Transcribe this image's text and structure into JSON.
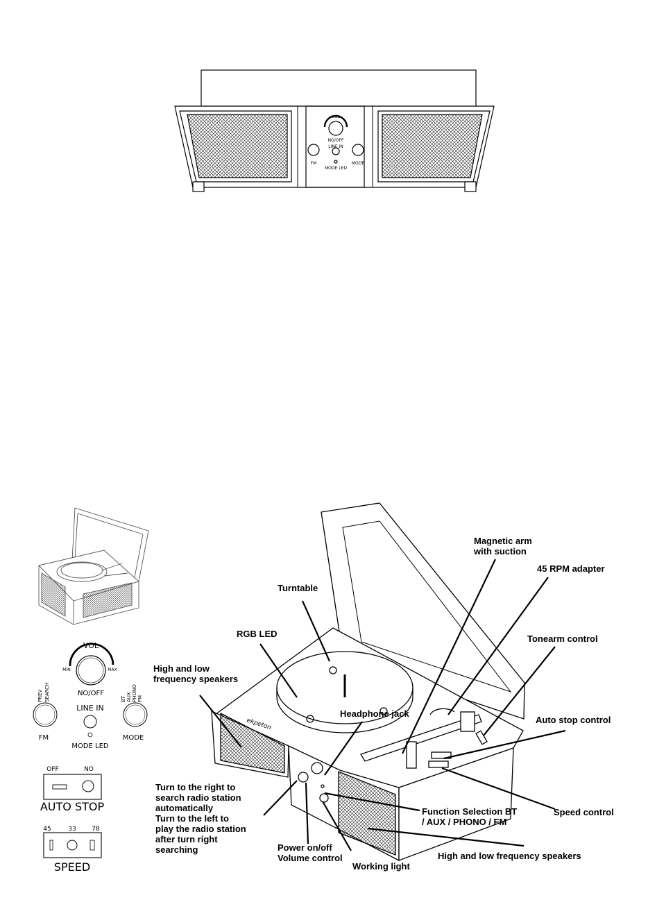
{
  "front_panel": {
    "vol": "VOL",
    "power": "NO/OFF",
    "line_in": "LINE IN",
    "mode_led": "MODE LED",
    "fm": "FM",
    "mode": "MODE"
  },
  "controls_detail": {
    "vol": "VOL",
    "min": "MIN",
    "max": "MAX",
    "power": "NO/OFF",
    "prev": "PREV",
    "search": "SEARCH",
    "mode_opts": [
      "BT",
      "AUX",
      "PHONO",
      "FM"
    ],
    "line_in": "LINE IN",
    "fm": "FM",
    "mode": "MODE",
    "mode_led": "MODE LED",
    "auto_stop": {
      "off": "OFF",
      "on": "NO",
      "title": "AUTO STOP"
    },
    "speed": {
      "opts": [
        "45",
        "33",
        "78"
      ],
      "title": "SPEED"
    }
  },
  "callouts": {
    "magnetic_arm": [
      "Magnetic arm",
      "with suction"
    ],
    "rpm_adapter": "45 RPM adapter",
    "turntable": "Turntable",
    "rgb_led": "RGB LED",
    "tonearm": "Tonearm control",
    "speakers_top": [
      "High and low",
      "frequency speakers"
    ],
    "headphone": "Headphone jack",
    "auto_stop": "Auto stop control",
    "turn_right": [
      "Turn to the right to",
      "search radio station",
      "automatically",
      "Turn to  the left to",
      "play  the radio station",
      "after turn right",
      "searching"
    ],
    "function_sel": [
      "Function Selection BT",
      "/ AUX / PHONO / FM"
    ],
    "speed": "Speed control",
    "power_vol": [
      "Power on/off",
      "Volume control"
    ],
    "working_light": "Working light",
    "speakers_bottom": "High and low frequency speakers"
  },
  "brand": "ekpeton"
}
